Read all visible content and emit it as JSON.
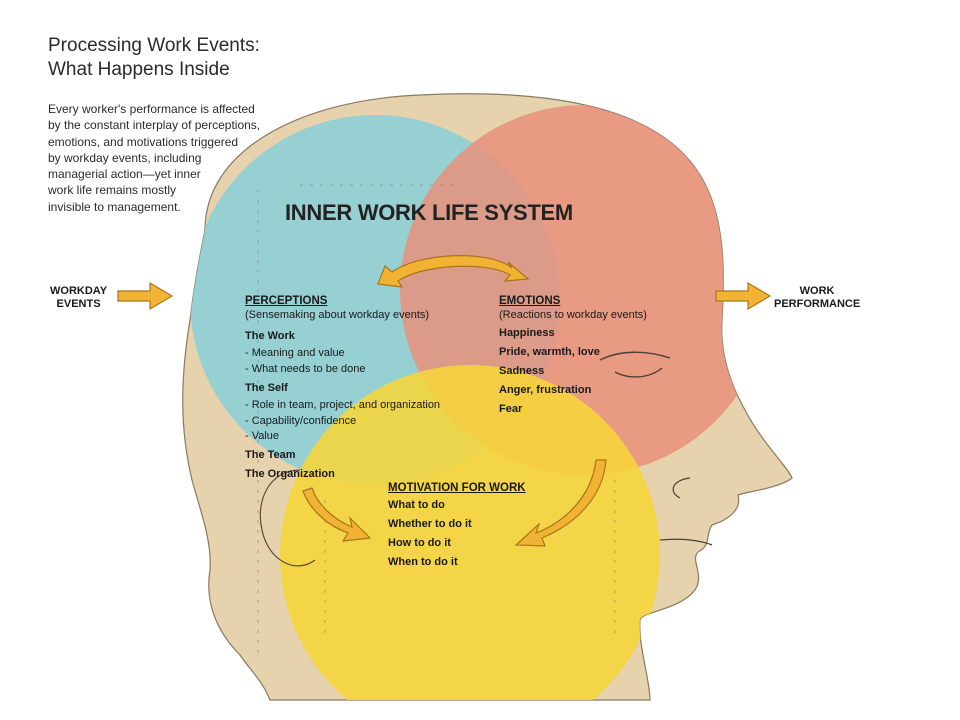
{
  "title": {
    "line1": "Processing Work Events:",
    "line2": "What Happens Inside"
  },
  "intro": {
    "lines": [
      "Every worker's performance is affected",
      "by the constant interplay of perceptions,",
      "emotions, and motivations triggered",
      "by workday events, including",
      "managerial action—yet inner",
      "work life remains mostly",
      "invisible to management."
    ]
  },
  "system_title": "INNER WORK LIFE SYSTEM",
  "inputs": {
    "workday_events": [
      "WORKDAY",
      "EVENTS"
    ],
    "work_performance": [
      "WORK",
      "PERFORMANCE"
    ]
  },
  "perceptions": {
    "heading": "PERCEPTIONS",
    "subheading": "(Sensemaking about workday events)",
    "the_work": {
      "label": "The Work",
      "items": [
        "- Meaning and value",
        "- What needs to be done"
      ]
    },
    "the_self": {
      "label": "The Self",
      "items": [
        "- Role in team, project, and organization",
        "- Capability/confidence",
        "- Value"
      ]
    },
    "the_team": "The Team",
    "the_organization": "The Organization"
  },
  "emotions": {
    "heading": "EMOTIONS",
    "subheading": "(Reactions to workday events)",
    "items": [
      "Happiness",
      "Pride, warmth, love",
      "Sadness",
      "Anger, frustration",
      "Fear"
    ]
  },
  "motivation": {
    "heading": "MOTIVATION FOR WORK",
    "items": [
      "What to do",
      "Whether to do it",
      "How to do it",
      "When to do it"
    ]
  },
  "colors": {
    "perceptions_blue": "#8fcfd6",
    "emotions_salmon": "#e8927a",
    "motivation_yellow": "#f6d53a",
    "skin": "#e6d2ad",
    "arrow_orange": "#f2b233"
  }
}
